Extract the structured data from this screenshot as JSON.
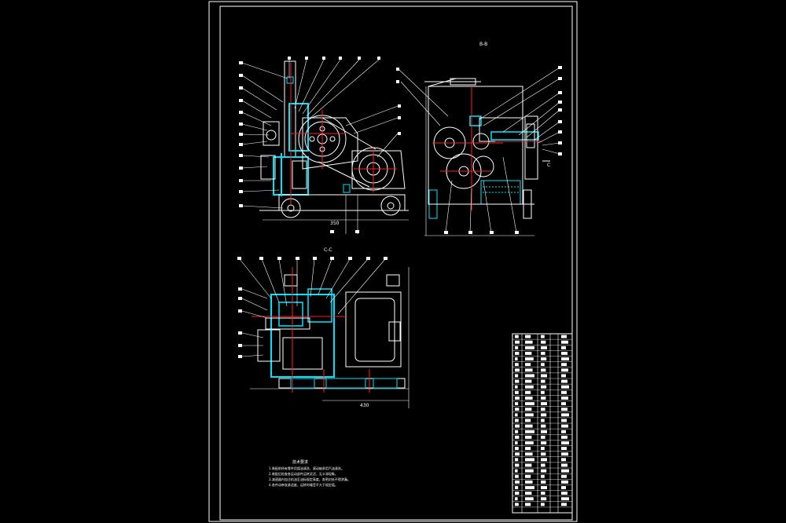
{
  "drawing": {
    "section_label_bb": "B-B",
    "section_label_cc": "C-C",
    "section_mark_c": "C",
    "dim_label_1": "350",
    "dim_label_2": "430",
    "notes_heading": "技术要求",
    "notes": [
      "1.装配前所有零件用煤油清洗，滚动轴承用汽油清洗。",
      "2.装配后检查各运动部件运转灵活，无卡滞现象。",
      "3.减速器内加注机油至油标规定高度，各密封处不得渗漏。",
      "4.各传动带张紧适度，运转时噪音不大于规定值。"
    ]
  },
  "colors": {
    "background": "#000000",
    "frame": "#ffffff",
    "section_hatch": "#00e5ff",
    "center_line": "#ff2020",
    "parts": "#ffffff"
  }
}
